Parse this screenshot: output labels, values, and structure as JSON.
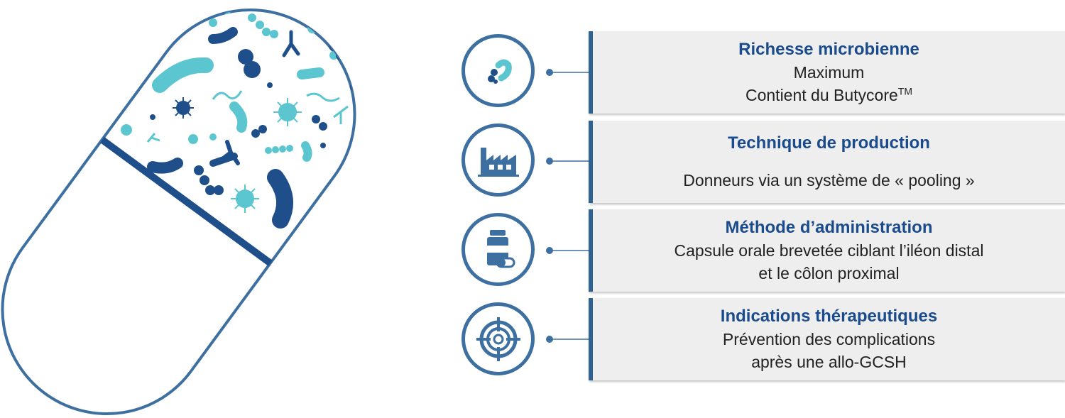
{
  "colors": {
    "dark_blue": "#1e4f8a",
    "mid_blue": "#3d6fa0",
    "teal": "#5cc6d0",
    "panel_bg": "#eeeeee",
    "title": "#1a4b8c"
  },
  "capsule": {
    "illustration": "capsule-with-bacteria"
  },
  "panels": [
    {
      "icon": "bacteria-icon",
      "title": "Richesse microbienne",
      "line1": "Maximum",
      "line2_text": "Contient du Butycore",
      "line2_sup": "TM"
    },
    {
      "icon": "factory-icon",
      "title": "Technique de production",
      "line1": "Donneurs via un système de « pooling »"
    },
    {
      "icon": "pill-bottle-icon",
      "title": "Méthode d’administration",
      "line1": "Capsule orale brevetée ciblant l’iléon distal",
      "line2": "et le côlon proximal"
    },
    {
      "icon": "target-icon",
      "title": "Indications thérapeutiques",
      "line1": "Prévention des complications",
      "line2": "après une allo-GCSH"
    }
  ]
}
